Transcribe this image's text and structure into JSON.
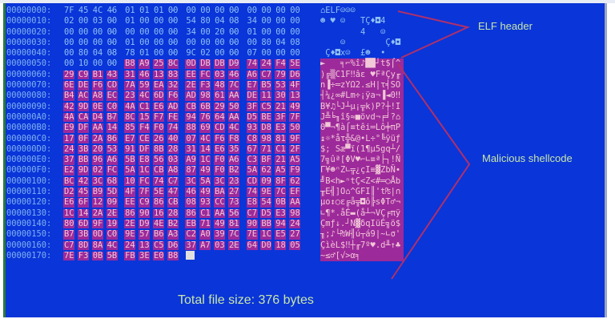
{
  "hexdump": {
    "rows": [
      {
        "offset": "00000000:",
        "bytes": [
          "7F",
          "45",
          "4C",
          "46",
          "01",
          "01",
          "01",
          "00",
          "00",
          "00",
          "00",
          "00",
          "00",
          "00",
          "00",
          "00"
        ],
        "ascii": "⌂ELF☺☺☺",
        "mal_from": 16
      },
      {
        "offset": "00000010:",
        "bytes": [
          "02",
          "00",
          "03",
          "00",
          "01",
          "00",
          "00",
          "00",
          "54",
          "80",
          "04",
          "08",
          "34",
          "00",
          "00",
          "00"
        ],
        "ascii": "☻ ♥ ☺   TÇ♦◘4",
        "mal_from": 16
      },
      {
        "offset": "00000020:",
        "bytes": [
          "00",
          "00",
          "00",
          "00",
          "00",
          "00",
          "00",
          "00",
          "34",
          "00",
          "20",
          "00",
          "01",
          "00",
          "00",
          "00"
        ],
        "ascii": "        4   ☺",
        "mal_from": 16
      },
      {
        "offset": "00000030:",
        "bytes": [
          "00",
          "00",
          "00",
          "00",
          "01",
          "00",
          "00",
          "00",
          "00",
          "00",
          "00",
          "00",
          "00",
          "80",
          "04",
          "08"
        ],
        "ascii": "    ☺        Ç♦◘",
        "mal_from": 16
      },
      {
        "offset": "00000040:",
        "bytes": [
          "00",
          "80",
          "04",
          "08",
          "78",
          "01",
          "00",
          "00",
          "9C",
          "02",
          "00",
          "00",
          "07",
          "00",
          "00",
          "00"
        ],
        "ascii": " Ç♦◘x☺  £☻  •",
        "mal_from": 16
      },
      {
        "offset": "00000050:",
        "bytes": [
          "00",
          "10",
          "00",
          "00",
          "B8",
          "A9",
          "25",
          "8C",
          "0D",
          "DB",
          "DB",
          "D9",
          "74",
          "24",
          "F4",
          "5E"
        ],
        "ascii": "►   ╕⌐%î♪██┘t$⌠^",
        "mal_from": 4
      },
      {
        "offset": "00000060:",
        "bytes": [
          "29",
          "C9",
          "B1",
          "43",
          "31",
          "46",
          "13",
          "83",
          "EE",
          "FC",
          "03",
          "46",
          "A6",
          "C7",
          "79",
          "D6"
        ],
        "ascii": ")╔▒C1F‼âε ♥FªÇy╓",
        "mal_from": 0
      },
      {
        "offset": "00000070:",
        "bytes": [
          "6E",
          "DE",
          "F6",
          "CD",
          "7A",
          "59",
          "EA",
          "32",
          "2E",
          "F3",
          "48",
          "7C",
          "E7",
          "B5",
          "53",
          "4F"
        ],
        "ascii": "n▐÷═zYΩ2.≤H|τ╡SO",
        "mal_from": 0
      },
      {
        "offset": "00000080:",
        "bytes": [
          "B4",
          "AC",
          "A8",
          "EC",
          "23",
          "4C",
          "6D",
          "F6",
          "AD",
          "98",
          "61",
          "AA",
          "DE",
          "11",
          "30",
          "13"
        ],
        "ascii": "┤¼¿∞#Lm÷¡ÿa¬▐◄0‼",
        "mal_from": 0
      },
      {
        "offset": "00000090:",
        "bytes": [
          "42",
          "9D",
          "0E",
          "C0",
          "4A",
          "C1",
          "E6",
          "AD",
          "CB",
          "6B",
          "29",
          "50",
          "3F",
          "C5",
          "21",
          "49"
        ],
        "ascii": "B¥♫└J┴µ¡╦k)P?┼!I",
        "mal_from": 0
      },
      {
        "offset": "000000A0:",
        "bytes": [
          "4A",
          "CA",
          "D4",
          "B7",
          "8C",
          "15",
          "F7",
          "FE",
          "94",
          "76",
          "64",
          "AA",
          "D5",
          "BE",
          "3F",
          "7F"
        ],
        "ascii": "J╩╘╖î§≈■övd¬╒╛?⌂",
        "mal_from": 0
      },
      {
        "offset": "000000B0:",
        "bytes": [
          "E9",
          "DF",
          "AA",
          "14",
          "85",
          "F4",
          "F0",
          "74",
          "88",
          "69",
          "CD",
          "4C",
          "93",
          "D8",
          "E3",
          "50"
        ],
        "ascii": "Θ▀¬¶à⌠≡têi═Lô╪πP",
        "mal_from": 0
      },
      {
        "offset": "000000C0:",
        "bytes": [
          "17",
          "0F",
          "2A",
          "86",
          "E7",
          "CE",
          "26",
          "40",
          "07",
          "4C",
          "F6",
          "F8",
          "C8",
          "98",
          "81",
          "9F"
        ],
        "ascii": "↨☼*åτ╬&@•L÷°╚ÿüƒ",
        "mal_from": 0
      },
      {
        "offset": "000000D0:",
        "bytes": [
          "24",
          "3B",
          "20",
          "53",
          "91",
          "DF",
          "8B",
          "28",
          "31",
          "14",
          "E6",
          "35",
          "67",
          "71",
          "C1",
          "2F"
        ],
        "ascii": "$; Sæ▀ï(1¶µ5gq┴/",
        "mal_from": 0
      },
      {
        "offset": "000000E0:",
        "bytes": [
          "37",
          "BB",
          "96",
          "A6",
          "5B",
          "E8",
          "56",
          "03",
          "A9",
          "1C",
          "F0",
          "A6",
          "C3",
          "BF",
          "21",
          "A5"
        ],
        "ascii": "7╗ûª[ΦV♥⌐∟≡ª├┐!Ñ",
        "mal_from": 0
      },
      {
        "offset": "000000F0:",
        "bytes": [
          "E2",
          "9D",
          "02",
          "FC",
          "5A",
          "1C",
          "CB",
          "A8",
          "87",
          "49",
          "F0",
          "B2",
          "5A",
          "62",
          "A5",
          "F9"
        ],
        "ascii": "Γ¥☻ⁿZ∟╦¿çI≡▓ZbÑ∙",
        "mal_from": 0
      },
      {
        "offset": "00000100:",
        "bytes": [
          "BC",
          "42",
          "3C",
          "68",
          "10",
          "FC",
          "74",
          "C7",
          "3C",
          "5A",
          "3C",
          "23",
          "CD",
          "09",
          "8F",
          "62"
        ],
        "ascii": "╝B<h►ⁿtÇ<Z<#═○Åb",
        "mal_from": 0
      },
      {
        "offset": "00000110:",
        "bytes": [
          "D2",
          "45",
          "B9",
          "5D",
          "4F",
          "7F",
          "5E",
          "47",
          "46",
          "49",
          "BA",
          "27",
          "74",
          "9E",
          "7C",
          "EF"
        ],
        "ascii": "╥E╣]O⌂^GFI║'t₧|∩",
        "mal_from": 0
      },
      {
        "offset": "00000120:",
        "bytes": [
          "E6",
          "6F",
          "12",
          "09",
          "EE",
          "C9",
          "86",
          "CB",
          "08",
          "93",
          "CC",
          "73",
          "E8",
          "54",
          "0B",
          "AA"
        ],
        "ascii": "µo↕○ε╔å╦◘ô╠sΦT♂¬",
        "mal_from": 0
      },
      {
        "offset": "00000130:",
        "bytes": [
          "1C",
          "14",
          "2A",
          "2E",
          "86",
          "90",
          "16",
          "28",
          "86",
          "C1",
          "AA",
          "56",
          "C7",
          "D5",
          "E3",
          "98"
        ],
        "ascii": "∟¶*.åÉ▬(å┴¬VÇ╒πÿ",
        "mal_from": 0
      },
      {
        "offset": "00000140:",
        "bytes": [
          "80",
          "6D",
          "9F",
          "19",
          "2E",
          "D9",
          "4E",
          "B2",
          "EB",
          "71",
          "49",
          "81",
          "90",
          "BB",
          "94",
          "24"
        ],
        "ascii": "Çmƒ↓.┘N▓δqIüÉ╗ö$",
        "mal_from": 0
      },
      {
        "offset": "00000150:",
        "bytes": [
          "B7",
          "3B",
          "0D",
          "C0",
          "9E",
          "57",
          "B6",
          "A3",
          "C2",
          "A0",
          "39",
          "7C",
          "7E",
          "1C",
          "E5",
          "27"
        ],
        "ascii": "╖;♪└₧W╢ú┬á9|~∟σ'",
        "mal_from": 0
      },
      {
        "offset": "00000160:",
        "bytes": [
          "C7",
          "8D",
          "8A",
          "4C",
          "24",
          "13",
          "C5",
          "D6",
          "37",
          "A7",
          "03",
          "2E",
          "64",
          "D0",
          "18",
          "05"
        ],
        "ascii": "ÇìèL$‼┼╓7º♥.d╨↑♣",
        "mal_from": 0
      },
      {
        "offset": "00000170:",
        "bytes": [
          "7E",
          "F3",
          "0B",
          "5B",
          "FB",
          "3E",
          "E0",
          "B8"
        ],
        "ascii": "~≤♂[√>α╕",
        "mal_from": 0
      }
    ]
  },
  "annotations": {
    "elf_header": "ELF header",
    "shellcode": "Malicious shellcode",
    "total_size": "Total file size: 376 bytes"
  },
  "colors": {
    "background": "#0a35d8",
    "highlight": "#9d2a9a",
    "bracket_lines": "#b0306a",
    "annotation_text": "#c8e6a8",
    "normal_hex": "#8fc0f4"
  }
}
